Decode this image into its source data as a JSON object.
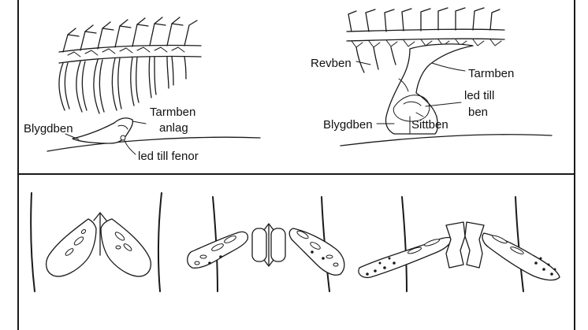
{
  "top_left": {
    "labels": {
      "pubis": "Blygdben",
      "ilium_bud_line1": "Tarmben",
      "ilium_bud_line2": "anlag",
      "femur_joint": "led till fenor"
    }
  },
  "top_right": {
    "labels": {
      "ribs": "Revben",
      "ilium": "Tarmben",
      "leg_joint_line1": "led till",
      "leg_joint_line2": "ben",
      "pubis": "Blygdben",
      "ischium": "Sittben"
    }
  },
  "bottom": {
    "panels": [
      "pelvis-pushing-up",
      "pelvis-compressing",
      "pelvis-separating"
    ]
  },
  "colors": {
    "ink": "#1a1a1a",
    "background": "#ffffff"
  }
}
